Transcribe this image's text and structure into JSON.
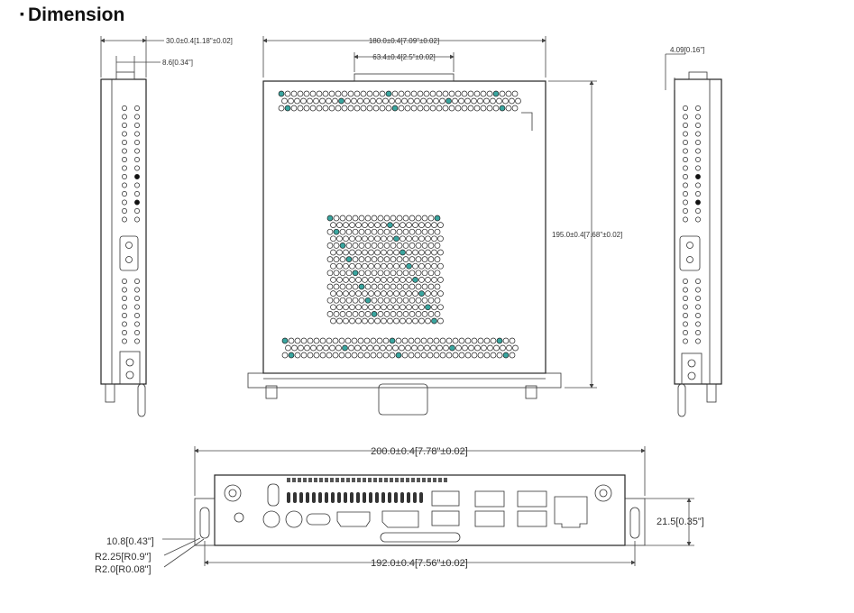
{
  "heading": {
    "bullet": "▪",
    "text": "Dimension"
  },
  "dimensions": {
    "side_left_depth": "30.0±0.4[1.18\"±0.02]",
    "side_left_tab": "8.6[0.34\"]",
    "top_width": "180.0±0.4[7.09\"±0.02]",
    "top_tab": "63.4±0.4[2.5\"±0.02]",
    "top_height": "195.0±0.4[7.68\"±0.02]",
    "side_right_tab": "4.09[0.16\"]",
    "front_width_total": "200.0±0.4[7.78\"±0.02]",
    "front_width_inner": "192.0±0.4[7.56\"±0.02]",
    "front_height": "21.5[0.35\"]",
    "slot_width": "10.8[0.43\"]",
    "radius_large": "R2.25[R0.9\"]",
    "radius_small": "R2.0[R0.08\"]"
  },
  "colors": {
    "line": "#222222",
    "accent": "#3aa6a0",
    "text": "#333333"
  }
}
